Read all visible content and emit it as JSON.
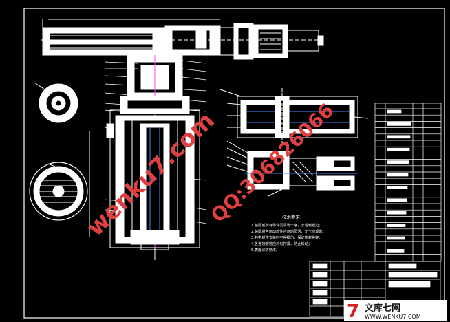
{
  "drawing": {
    "background": "#000000",
    "line_color": "#ffffff",
    "accent_colors": [
      "#ff4040",
      "#4080ff",
      "#ff40ff",
      "#40ffff"
    ]
  },
  "tech_requirements": {
    "title": "技术要求",
    "lines": [
      "1.装配前所有零件需清洗干净，去毛刺锐边；",
      "2.装配后各运动部件应运动灵活，无卡滞现象；",
      "3.各密封件安装时不得损伤，保证密封良好；",
      "4.各连接螺栓应均匀拧紧，防止松动；",
      "5.表面涂防锈漆。"
    ]
  },
  "watermarks": {
    "site": "wenku7.com",
    "qq": "QQ:306826066"
  },
  "logo": {
    "symbol": "7",
    "name": "文库七网",
    "url": "WWW.WENKU7.COM",
    "color": "#d02020"
  }
}
